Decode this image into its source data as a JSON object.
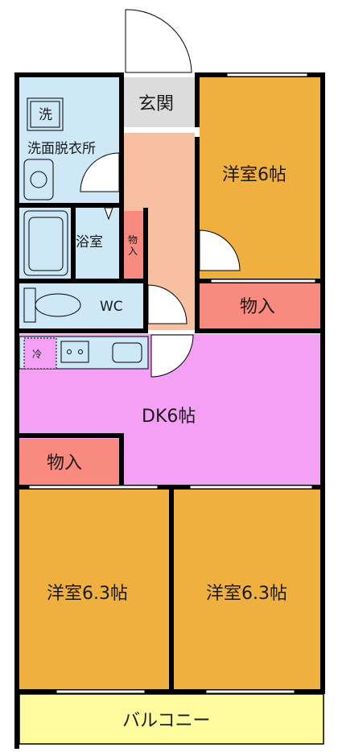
{
  "plan": {
    "rooms": {
      "entrance": "玄関",
      "washroom": "洗面脱衣所",
      "washer": "洗",
      "bathroom": "浴室",
      "closet_small": "物入",
      "toilet": "WC",
      "western_room_top": "洋室6帖",
      "closet_top_right": "物入",
      "dining_kitchen": "DK6帖",
      "fridge": "冷",
      "closet_left": "物入",
      "western_room_left": "洋室6.3帖",
      "western_room_right": "洋室6.3帖",
      "balcony": "バルコニー"
    },
    "colors": {
      "western_room": "#f0b040",
      "dining_kitchen": "#f4a0f4",
      "closet": "#f88a80",
      "corridor": "#f8c0a0",
      "wet_area": "#cfe8f8",
      "entrance": "#dcdcdc",
      "balcony": "#fffca0",
      "wall": "#000000"
    }
  }
}
